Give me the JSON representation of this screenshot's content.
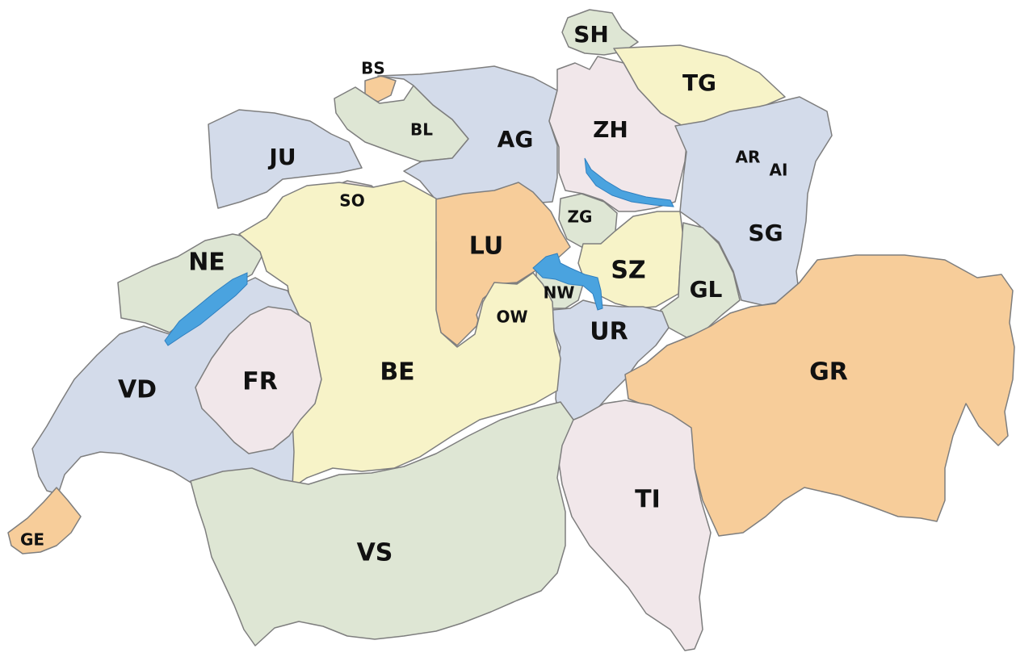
{
  "palette": {
    "blue": "#d3dbea",
    "green": "#dee6d4",
    "yellow": "#f7f3c8",
    "orange": "#f7cd9a",
    "pink": "#f1e7ea",
    "lake": "#4aa3df",
    "border": "#7e7e7e"
  },
  "cantons": [
    {
      "code": "SH",
      "label": "SH",
      "color": "green"
    },
    {
      "code": "BS",
      "label": "BS",
      "color": "orange"
    },
    {
      "code": "TG",
      "label": "TG",
      "color": "yellow"
    },
    {
      "code": "BL",
      "label": "BL",
      "color": "green"
    },
    {
      "code": "AG",
      "label": "AG",
      "color": "blue"
    },
    {
      "code": "ZH",
      "label": "ZH",
      "color": "pink"
    },
    {
      "code": "JU",
      "label": "JU",
      "color": "blue"
    },
    {
      "code": "AR",
      "label": "AR",
      "color": "orange"
    },
    {
      "code": "AI",
      "label": "AI",
      "color": "pink"
    },
    {
      "code": "SO",
      "label": "SO",
      "color": "pink"
    },
    {
      "code": "ZG",
      "label": "ZG",
      "color": "green"
    },
    {
      "code": "LU",
      "label": "LU",
      "color": "orange"
    },
    {
      "code": "SG",
      "label": "SG",
      "color": "blue"
    },
    {
      "code": "NE",
      "label": "NE",
      "color": "green"
    },
    {
      "code": "SZ",
      "label": "SZ",
      "color": "yellow"
    },
    {
      "code": "NW",
      "label": "NW",
      "color": "green"
    },
    {
      "code": "GL",
      "label": "GL",
      "color": "green"
    },
    {
      "code": "OW",
      "label": "OW",
      "color": "pink"
    },
    {
      "code": "UR",
      "label": "UR",
      "color": "blue"
    },
    {
      "code": "GR",
      "label": "GR",
      "color": "orange"
    },
    {
      "code": "BE",
      "label": "BE",
      "color": "yellow"
    },
    {
      "code": "VD",
      "label": "VD",
      "color": "blue"
    },
    {
      "code": "FR",
      "label": "FR",
      "color": "pink"
    },
    {
      "code": "TI",
      "label": "TI",
      "color": "pink"
    },
    {
      "code": "GE",
      "label": "GE",
      "color": "orange"
    },
    {
      "code": "VS",
      "label": "VS",
      "color": "green"
    }
  ],
  "lakes": [
    {
      "name": "lake-neuchatel-icon"
    },
    {
      "name": "lake-zurich-icon"
    },
    {
      "name": "lake-lucerne-icon"
    }
  ]
}
